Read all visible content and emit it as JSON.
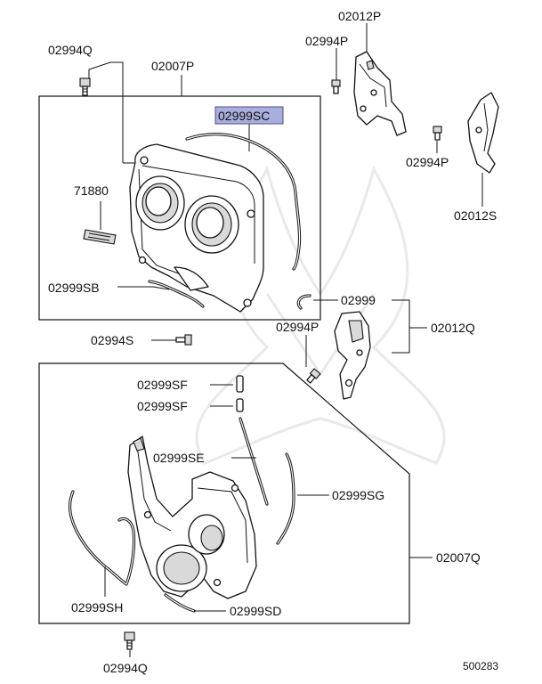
{
  "labels": {
    "bolt_top_left": "02994Q",
    "upper_cover_set": "02007P",
    "gasket_upper_highlight": "02999SC",
    "plate_label": "71880",
    "gasket_upper_bottom": "02999SB",
    "bracket_top": "02012P",
    "bolt_bracket_top": "02994P",
    "bolt_bracket_right": "02994P",
    "bracket_right": "02012S",
    "clip": "02999",
    "bolt_mid": "02994P",
    "bracket_mid": "02012Q",
    "bolt_left_mid": "02994S",
    "seal_sf_1": "02999SF",
    "seal_sf_2": "02999SF",
    "gasket_se": "02999SE",
    "gasket_sg": "02999SG",
    "lower_cover_set": "02007Q",
    "gasket_sh": "02999SH",
    "gasket_sd": "02999SD",
    "bolt_bottom": "02994Q",
    "diagram_number": "500283"
  },
  "colors": {
    "highlight_fill": "#a9aedd",
    "highlight_stroke": "#4a4f8a",
    "line": "#111111"
  },
  "icons": [
    "bolt-icon",
    "timing-cover-upper",
    "timing-cover-lower",
    "bracket-icon",
    "gasket-icon",
    "label-plate-icon"
  ]
}
